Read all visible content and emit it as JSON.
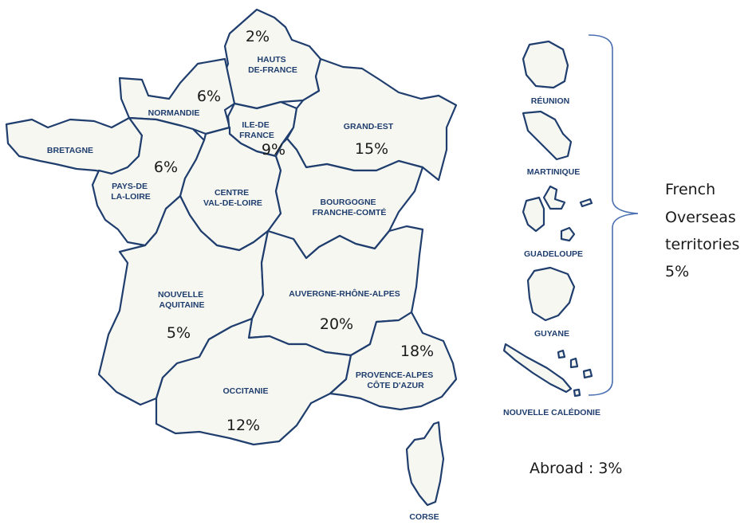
{
  "regions": [
    {
      "id": "hauts-de-france",
      "name_lines": [
        "HAUTS",
        "DE-FRANCE"
      ],
      "percent": "2%"
    },
    {
      "id": "normandie",
      "name_lines": [
        "NORMANDIE"
      ],
      "percent": "6%"
    },
    {
      "id": "ile-de-france",
      "name_lines": [
        "ILE-DE",
        "FRANCE"
      ],
      "percent": "9%"
    },
    {
      "id": "grand-est",
      "name_lines": [
        "GRAND-EST"
      ],
      "percent": "15%"
    },
    {
      "id": "bretagne",
      "name_lines": [
        "BRETAGNE"
      ],
      "percent": ""
    },
    {
      "id": "pays-de-la-loire",
      "name_lines": [
        "PAYS-DE",
        "LA-LOIRE"
      ],
      "percent": "6%"
    },
    {
      "id": "centre-val-de-loire",
      "name_lines": [
        "CENTRE",
        "VAL-DE-LOIRE"
      ],
      "percent": ""
    },
    {
      "id": "bourgogne-franche-comte",
      "name_lines": [
        "BOURGOGNE",
        "FRANCHE-COMTÉ"
      ],
      "percent": ""
    },
    {
      "id": "nouvelle-aquitaine",
      "name_lines": [
        "NOUVELLE",
        "AQUITAINE"
      ],
      "percent": "5%"
    },
    {
      "id": "auvergne-rhone-alpes",
      "name_lines": [
        "AUVERGNE-RHÔNE-ALPES"
      ],
      "percent": "20%"
    },
    {
      "id": "occitanie",
      "name_lines": [
        "OCCITANIE"
      ],
      "percent": "12%"
    },
    {
      "id": "provence-alpes-cote-dazur",
      "name_lines": [
        "PROVENCE-ALPES",
        "CÔTE D'AZUR"
      ],
      "percent": "18%"
    },
    {
      "id": "corse",
      "name_lines": [
        "CORSE"
      ],
      "percent": ""
    }
  ],
  "overseas": [
    {
      "id": "reunion",
      "name": "RÉUNION"
    },
    {
      "id": "martinique",
      "name": "MARTINIQUE"
    },
    {
      "id": "guadeloupe",
      "name": "GUADELOUPE"
    },
    {
      "id": "guyane",
      "name": "GUYANE"
    },
    {
      "id": "nouvelle-caledonie",
      "name": "NOUVELLE CALÉDONIE"
    }
  ],
  "overseas_summary": {
    "lines": [
      "French",
      "Overseas",
      "territories",
      "5%"
    ]
  },
  "abroad": "Abroad : 3%",
  "colors": {
    "region_fill": "#f7f7f2",
    "region_stroke": "#1f3e6e",
    "bracket": "#4a6fb0"
  }
}
